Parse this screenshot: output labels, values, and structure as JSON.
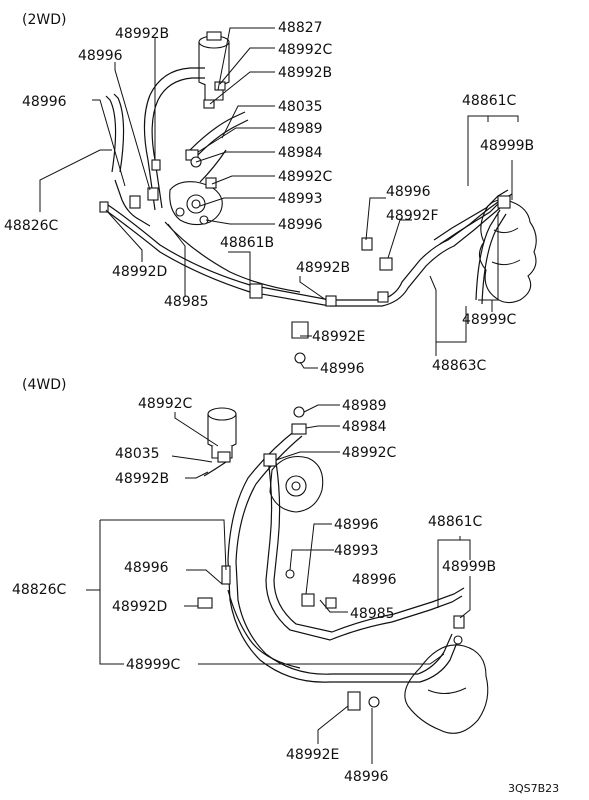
{
  "sections": {
    "two_wd": {
      "title": "(2WD)",
      "labels": [
        "48992B",
        "48827",
        "48996",
        "48992C",
        "48992B",
        "48996",
        "48035",
        "48989",
        "48984",
        "48992C",
        "48993",
        "48996",
        "48826C",
        "48861B",
        "48992D",
        "48992B",
        "48985",
        "48996",
        "48992F",
        "48861C",
        "48999B",
        "48999C",
        "48992E",
        "48996",
        "48863C"
      ]
    },
    "four_wd": {
      "title": "(4WD)",
      "labels": [
        "48992C",
        "48989",
        "48984",
        "48035",
        "48992C",
        "48992B",
        "48996",
        "48861C",
        "48996",
        "48993",
        "48999B",
        "48826C",
        "48996",
        "48992D",
        "48985",
        "48999C",
        "48992E",
        "48996"
      ]
    }
  },
  "figure_code": "3QS7B23"
}
